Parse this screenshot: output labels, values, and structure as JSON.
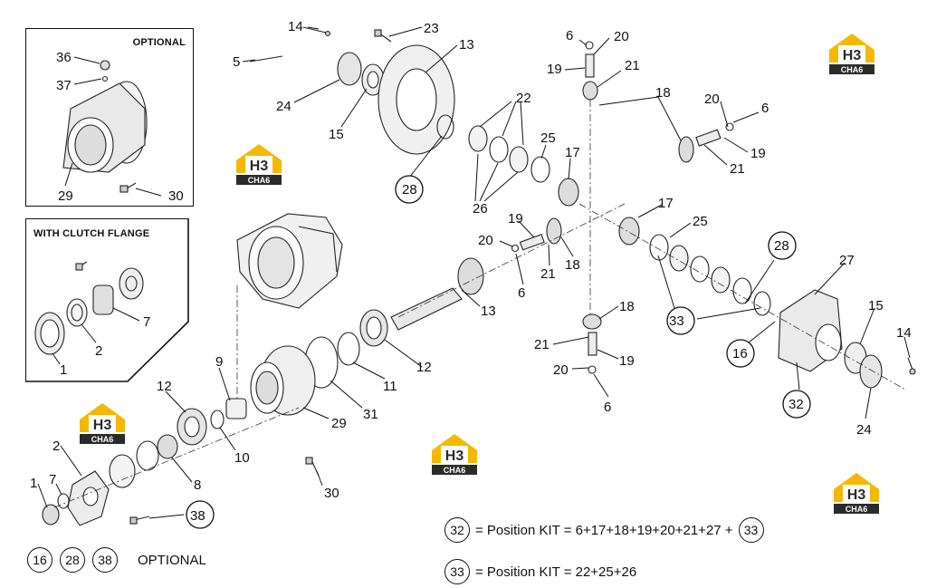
{
  "insets": {
    "optional_title": "OPTIONAL",
    "clutch_title": "WITH CLUTCH FLANGE"
  },
  "labels": {
    "optional_inset": [
      "36",
      "37",
      "29",
      "30"
    ],
    "clutch_inset": [
      "7",
      "2",
      "1"
    ],
    "main": [
      "14",
      "23",
      "13",
      "5",
      "24",
      "15",
      "22",
      "28",
      "26",
      "25",
      "17",
      "6",
      "20",
      "19",
      "21",
      "18",
      "20",
      "6",
      "19",
      "21",
      "17",
      "25",
      "19",
      "20",
      "21",
      "18",
      "6",
      "13",
      "28",
      "27",
      "33",
      "16",
      "15",
      "14",
      "32",
      "24",
      "18",
      "21",
      "19",
      "20",
      "6",
      "12",
      "11",
      "9",
      "31",
      "29",
      "12",
      "10",
      "2",
      "8",
      "7",
      "1",
      "30",
      "38"
    ]
  },
  "legend": {
    "kit32_circle": "32",
    "kit32_text": "= Position KIT = 6+17+18+19+20+21+27 +",
    "kit32_ref": "33",
    "kit33_circle": "33",
    "kit33_text": "= Position KIT = 22+25+26"
  },
  "optional_row": {
    "circles": [
      "16",
      "28",
      "38"
    ],
    "label": "OPTIONAL"
  },
  "watermark": {
    "logo_top": "H3",
    "logo_bottom": "CHA6",
    "colors": {
      "yellow": "#f5b800",
      "dark": "#2b2b2b"
    }
  }
}
